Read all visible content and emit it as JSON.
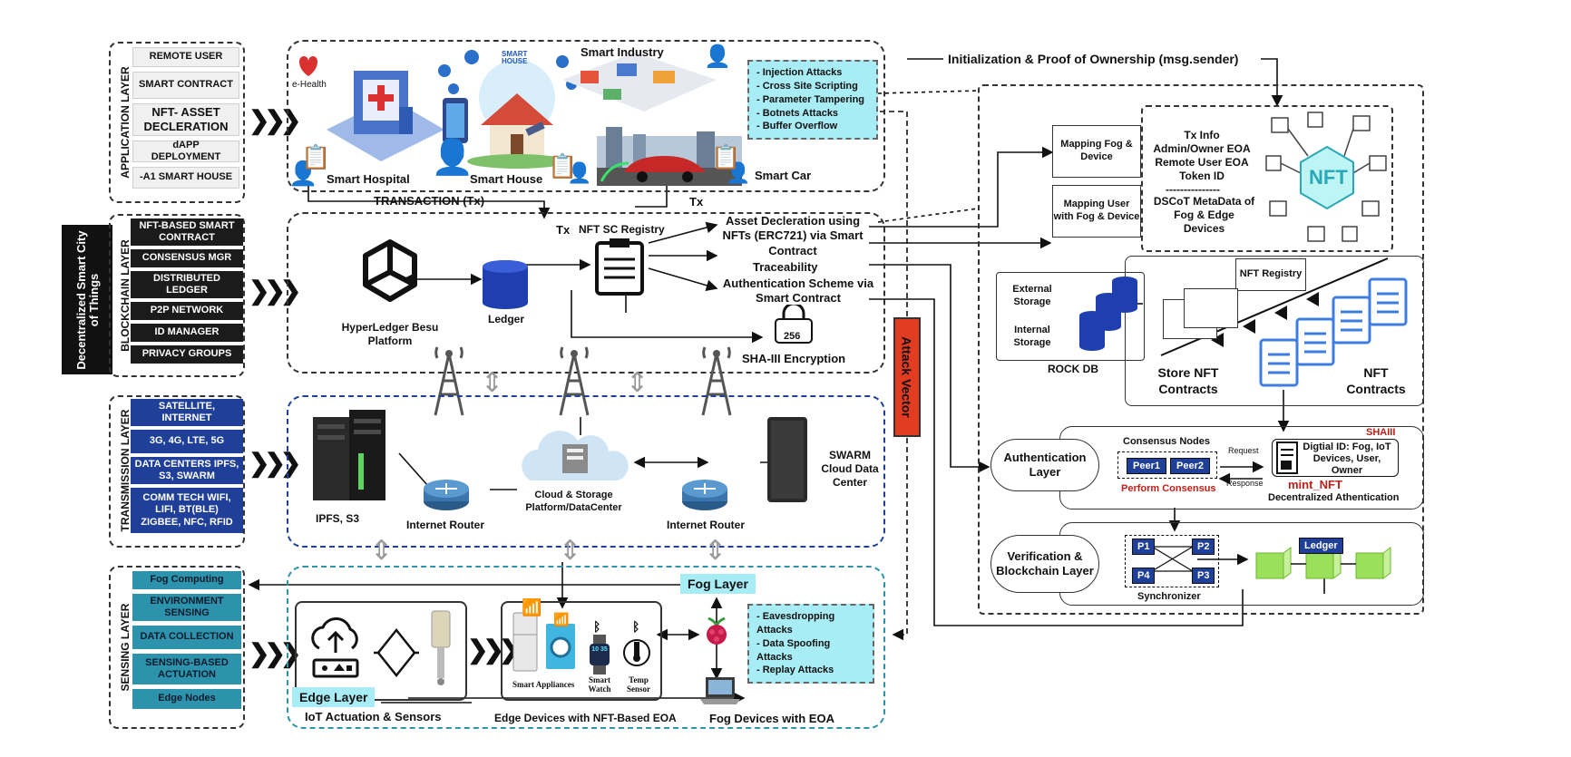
{
  "colors": {
    "application": "#f0f0f0",
    "blockchain": "#1b1b1b",
    "transmission": "#1f3f99",
    "sensing": "#2d93ad",
    "threats": "#a8ecf5",
    "attack_vector": "#e23d23",
    "node": "#1f3f99",
    "block": "#9ae05a"
  },
  "side_label": "Decentralized Smart City of Things",
  "application": {
    "title": "APPLICATION LAYER",
    "items": [
      "REMOTE USER",
      "SMART CONTRACT",
      "NFT- ASSET DECLERATION",
      "dAPP DEPLOYMENT",
      "-A1 SMART HOUSE"
    ],
    "places": {
      "ehealth": "e-Health",
      "hospital": "Smart Hospital",
      "house": "Smart House",
      "house_sign": "SMART HOUSE",
      "industry": "Smart Industry",
      "car": "Smart Car"
    },
    "threats": [
      "- Injection Attacks",
      "- Cross Site Scripting",
      "- Parameter Tampering",
      "- Botnets Attacks",
      "- Buffer Overflow"
    ]
  },
  "blockchain": {
    "title": "BLOCKCHAIN LAYER",
    "items": [
      "NFT-BASED SMART CONTRACT",
      "CONSENSUS MGR",
      "DISTRIBUTED LEDGER",
      "P2P NETWORK",
      "ID MANAGER",
      "PRIVACY GROUPS"
    ],
    "platform": "HyperLedger Besu Platform",
    "ledger": "Ledger",
    "registry": "NFT SC Registry",
    "transaction": "TRANSACTION (Tx)",
    "tx": "Tx",
    "hash_icon": "256",
    "encryption": "SHA-III Encryption",
    "features": [
      "Asset Decleration using NFTs (ERC721) via Smart Contract",
      "Traceability",
      "Authentication Scheme via Smart Contract"
    ]
  },
  "transmission": {
    "title": "TRANSMISSION LAYER",
    "items": [
      "SATELLITE, INTERNET",
      "3G, 4G, LTE, 5G",
      "DATA CENTERS IPFS, S3, SWARM",
      "COMM TECH WIFI, LIFI, BT(BLE) ZIGBEE, NFC, RFID"
    ],
    "ipfs": "IPFS, S3",
    "router1": "Internet Router",
    "cloud": "Cloud & Storage Platform/DataCenter",
    "router2": "Internet Router",
    "swarm": "SWARM Cloud Data Center"
  },
  "sensing": {
    "title": "SENSING LAYER",
    "items": [
      "Fog Computing",
      "ENVIRONMENT SENSING",
      "DATA COLLECTION",
      "SENSING-BASED ACTUATION",
      "Edge Nodes"
    ],
    "fog_layer": "Fog Layer",
    "edge_layer": "Edge Layer",
    "iot_caption": "IoT Actuation & Sensors",
    "edge_caption": "Edge Devices with NFT-Based EOA",
    "fog_caption": "Fog Devices with EOA",
    "devices": [
      "Smart Appliances",
      "Smart Watch",
      "Temp Sensor"
    ],
    "watch_face": "10 35",
    "threats": [
      "- Eavesdropping Attacks",
      "- Data Spoofing Attacks",
      "- Replay Attacks"
    ]
  },
  "attack_vector": "Attack Vector",
  "right": {
    "init": "Initialization & Proof of Ownership (msg.sender)",
    "mapping_fog": "Mapping Fog & Device",
    "mapping_user": "Mapping User with Fog & Device",
    "tx_info": [
      "Tx Info",
      "Admin/Owner EOA",
      "Remote User EOA",
      "Token ID"
    ],
    "divider": "---------------",
    "metadata": "DSCoT MetaData of Fog & Edge Devices",
    "nft_logo": "NFT",
    "external": "External Storage",
    "internal": "Internal Storage",
    "rockdb": "ROCK DB",
    "nft_registry": "NFT Registry",
    "store_nft": "Store NFT Contracts",
    "nft_contracts": "NFT Contracts",
    "auth_layer": "Authentication Layer",
    "consensus_nodes": "Consensus Nodes",
    "peers": [
      "Peer1",
      "Peer2"
    ],
    "perform": "Perform Consensus",
    "request": "Request",
    "response": "Response",
    "sha": "SHAIII",
    "digital_id": "Digtial ID: Fog, IoT Devices, User, Owner",
    "mint": "mint_NFT",
    "dec_auth": "Decentralized Athentication",
    "verif_layer": "Verification & Blockchain Layer",
    "nodes": [
      "P1",
      "P2",
      "P4",
      "P3"
    ],
    "synchronizer": "Synchronizer",
    "ledger": "Ledger"
  }
}
